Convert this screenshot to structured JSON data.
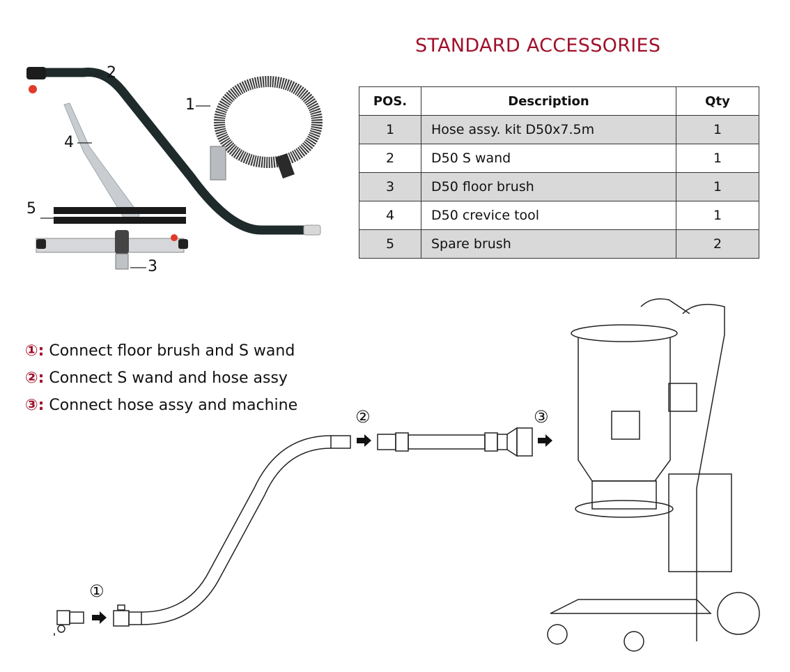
{
  "title": "STANDARD ACCESSORIES",
  "table": {
    "headers": {
      "pos": "POS.",
      "description": "Description",
      "qty": "Qty"
    },
    "rows": [
      {
        "pos": "1",
        "description": "Hose assy. kit D50x7.5m",
        "qty": "1"
      },
      {
        "pos": "2",
        "description": "D50 S wand",
        "qty": "1"
      },
      {
        "pos": "3",
        "description": "D50 floor brush",
        "qty": "1"
      },
      {
        "pos": "4",
        "description": "D50 crevice tool",
        "qty": "1"
      },
      {
        "pos": "5",
        "description": "Spare brush",
        "qty": "2"
      }
    ]
  },
  "photo_callouts": {
    "c1": "1",
    "c2": "2",
    "c3": "3",
    "c4": "4",
    "c5": "5"
  },
  "steps": [
    {
      "num": "①:",
      "text": " Connect floor brush and S wand"
    },
    {
      "num": "②:",
      "text": " Connect S wand and hose assy"
    },
    {
      "num": "③:",
      "text": " Connect hose assy and machine"
    }
  ],
  "diagram_markers": {
    "m1": "①",
    "m2": "②",
    "m3": "③"
  },
  "colors": {
    "accent": "#a0102a",
    "row_shade": "#d9d9d9"
  }
}
